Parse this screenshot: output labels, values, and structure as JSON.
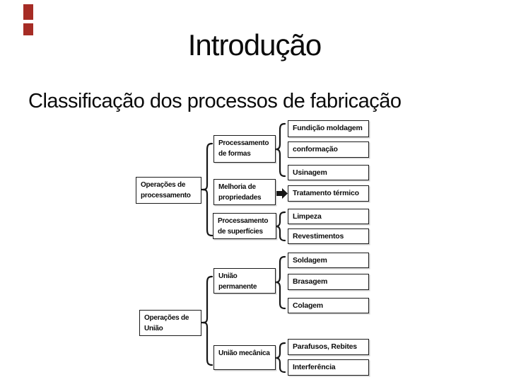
{
  "slide": {
    "title": "Introdução",
    "subtitle": "Classificação dos processos de fabricação"
  },
  "decor": {
    "accent_bar_color": "#a62c25"
  },
  "diagram": {
    "roots": [
      {
        "label": "Operações de processamento"
      },
      {
        "label": "Operações de União"
      }
    ],
    "branches": [
      {
        "label": "Processamento de formas"
      },
      {
        "label": "Melhoria de propriedades"
      },
      {
        "label": "Processamento de superfícies"
      },
      {
        "label": "União permanente"
      },
      {
        "label": "União mecânica"
      }
    ],
    "leaves": [
      {
        "label": "Fundição moldagem"
      },
      {
        "label": "conformação"
      },
      {
        "label": "Usinagem"
      },
      {
        "label": "Tratamento térmico"
      },
      {
        "label": "Limpeza"
      },
      {
        "label": "Revestimentos"
      },
      {
        "label": "Soldagem"
      },
      {
        "label": "Brasagem"
      },
      {
        "label": "Colagem"
      },
      {
        "label": "Parafusos, Rebites"
      },
      {
        "label": "Interferência"
      }
    ]
  }
}
